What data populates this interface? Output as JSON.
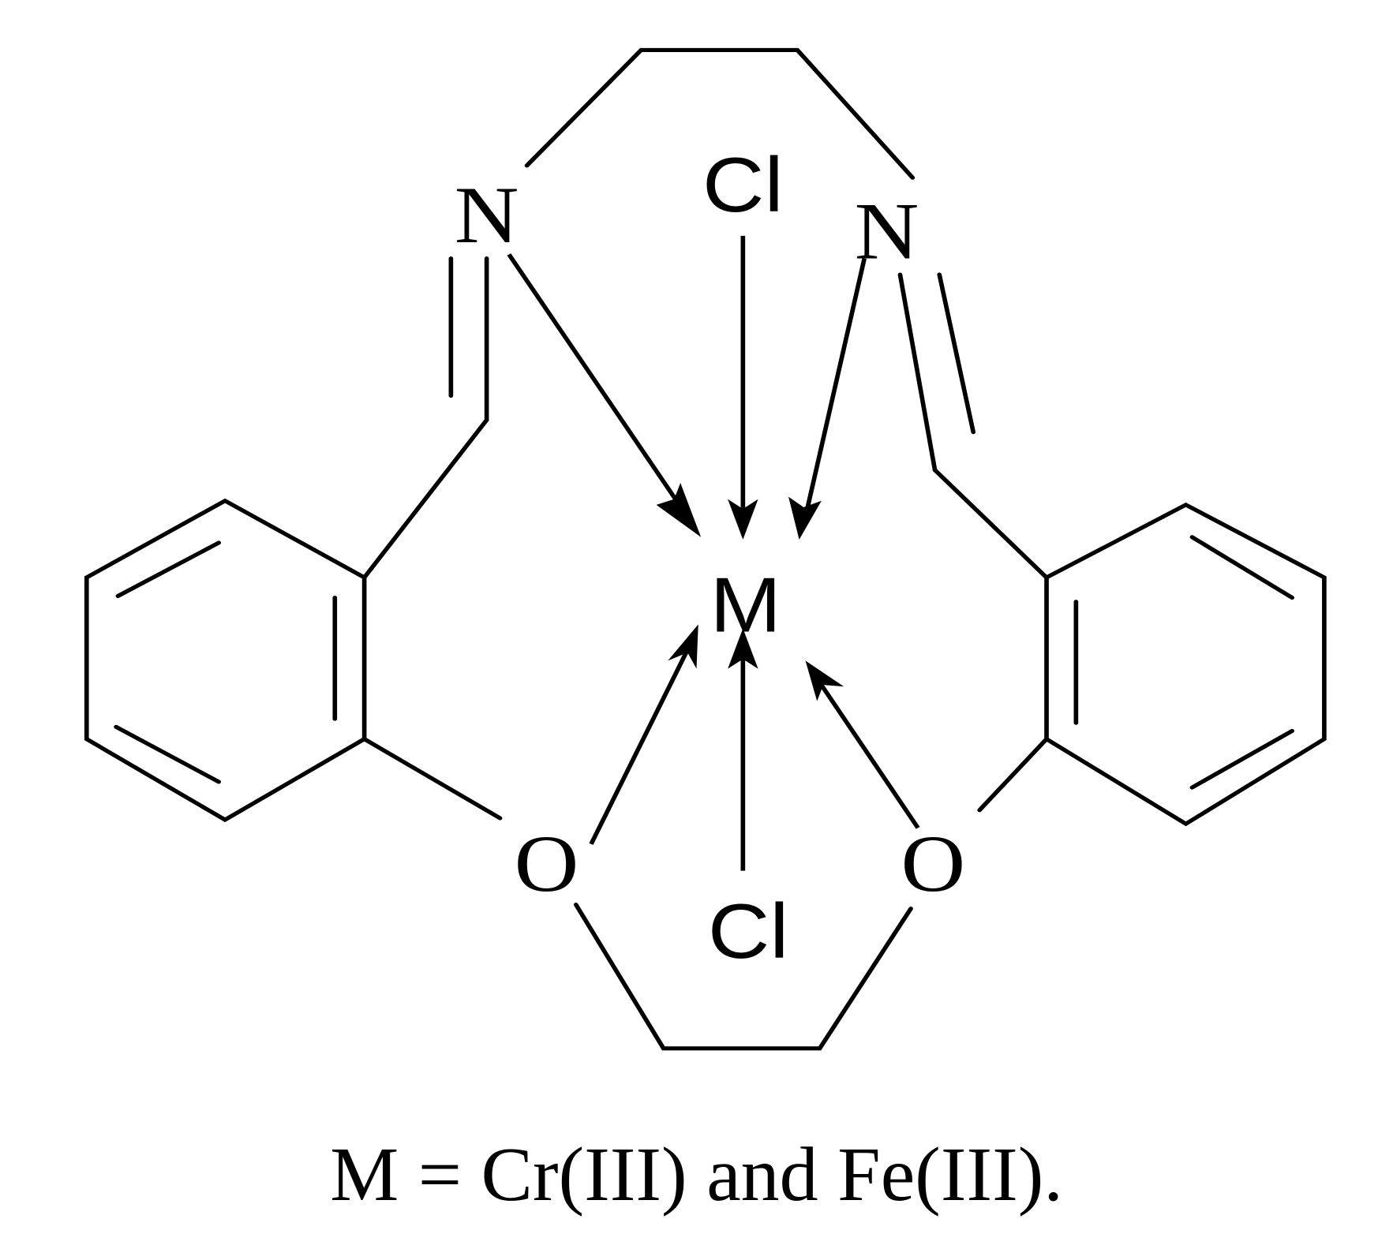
{
  "figure": {
    "type": "chemical-structure",
    "description": "Octahedral metal complex of a macrocyclic Schiff base (N2O2) ligand with two axial chloride ligands",
    "atoms": {
      "metal": "M",
      "cl_top": "Cl",
      "cl_bottom": "Cl",
      "n_left": "N",
      "n_right": "N",
      "o_left": "O",
      "o_right": "O"
    },
    "coordination_bonds": [
      {
        "from": "N (left)",
        "to": "M"
      },
      {
        "from": "Cl (top)",
        "to": "M"
      },
      {
        "from": "N (right)",
        "to": "M"
      },
      {
        "from": "O (left)",
        "to": "M"
      },
      {
        "from": "Cl (bottom)",
        "to": "M"
      },
      {
        "from": "O (right)",
        "to": "M"
      }
    ],
    "caption": "M = Cr(III) and Fe(III)."
  }
}
